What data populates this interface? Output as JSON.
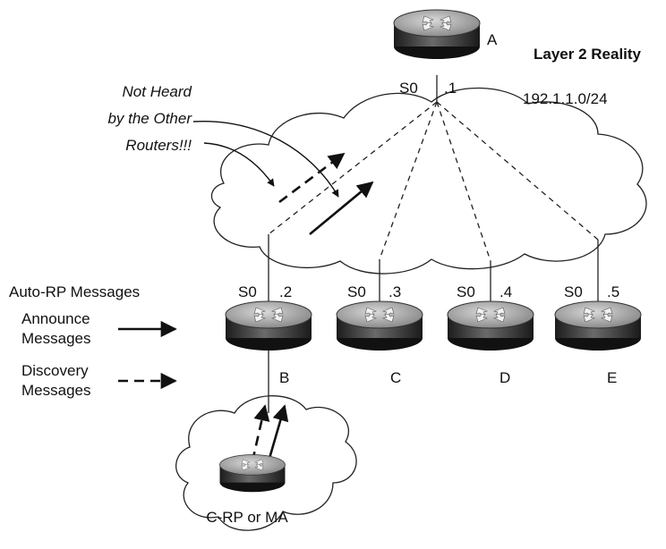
{
  "title": "Layer 2 Reality",
  "subnet": "192.1.1.0/24",
  "note": [
    "Not Heard",
    "by the Other",
    "Routers!!!"
  ],
  "routers": [
    {
      "name": "A",
      "iface": "S0",
      "addr": ".1"
    },
    {
      "name": "B",
      "iface": "S0",
      "addr": ".2"
    },
    {
      "name": "C",
      "iface": "S0",
      "addr": ".3"
    },
    {
      "name": "D",
      "iface": "S0",
      "addr": ".4"
    },
    {
      "name": "E",
      "iface": "S0",
      "addr": ".5"
    }
  ],
  "legend": {
    "heading": "Auto-RP Messages",
    "announce": [
      "Announce",
      "Messages"
    ],
    "discovery": [
      "Discovery",
      "Messages"
    ]
  },
  "bottom_router_label": "C-RP or MA",
  "colors": {
    "router_body": "#3a3a3a",
    "router_top": "#b5b5b5",
    "line": "#222222"
  }
}
